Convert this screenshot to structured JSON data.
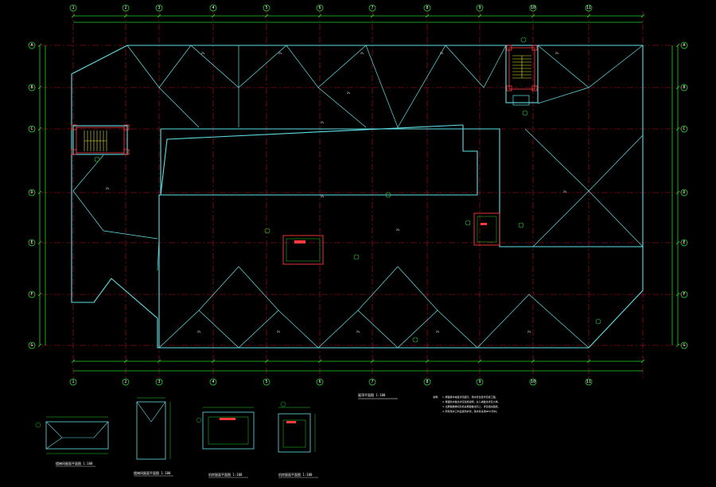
{
  "colors": {
    "background": "#000000",
    "roof_outline": "#5fe0e6",
    "axis_line": "#c0102a",
    "dimension": "#22d22a",
    "ridge": "#5fe0e6",
    "stair": "#e6e63a",
    "wall": "#ff3b3b",
    "text": "#ffffff"
  },
  "axes": {
    "vertical": [
      "1",
      "2",
      "3",
      "4",
      "5",
      "6",
      "7",
      "8",
      "9",
      "10",
      "11"
    ],
    "horizontal": [
      "A",
      "B",
      "C",
      "D",
      "E",
      "F",
      "G"
    ]
  },
  "slope_labels": [
    "2%",
    "2%",
    "2%",
    "2%",
    "2%",
    "2%",
    "2%",
    "2%",
    "2%",
    "2%",
    "2%",
    "2%",
    "2%",
    "2%",
    "2%",
    "2%"
  ],
  "main_title": "屋顶平面图 1:100",
  "notes": {
    "heading": "说明:",
    "lines": [
      "1.屋面排水坡度详见图示，雨水管位置详见施工图。",
      "2.屋面防水做法详见建施说明，女儿墙做法详见大样。",
      "3.出屋面楼梯间及机房屋面做法同上，详见相关图纸。",
      "4.所有雨水口均设置防护罩，落水管采用UPVC管材。"
    ]
  },
  "details": [
    {
      "title": "楼梯间屋面平面图 1:100"
    },
    {
      "title": "楼梯间屋面平面图 1:100"
    },
    {
      "title": "机房屋面平面图 1:100"
    },
    {
      "title": "机房屋面平面图 1:100"
    }
  ]
}
